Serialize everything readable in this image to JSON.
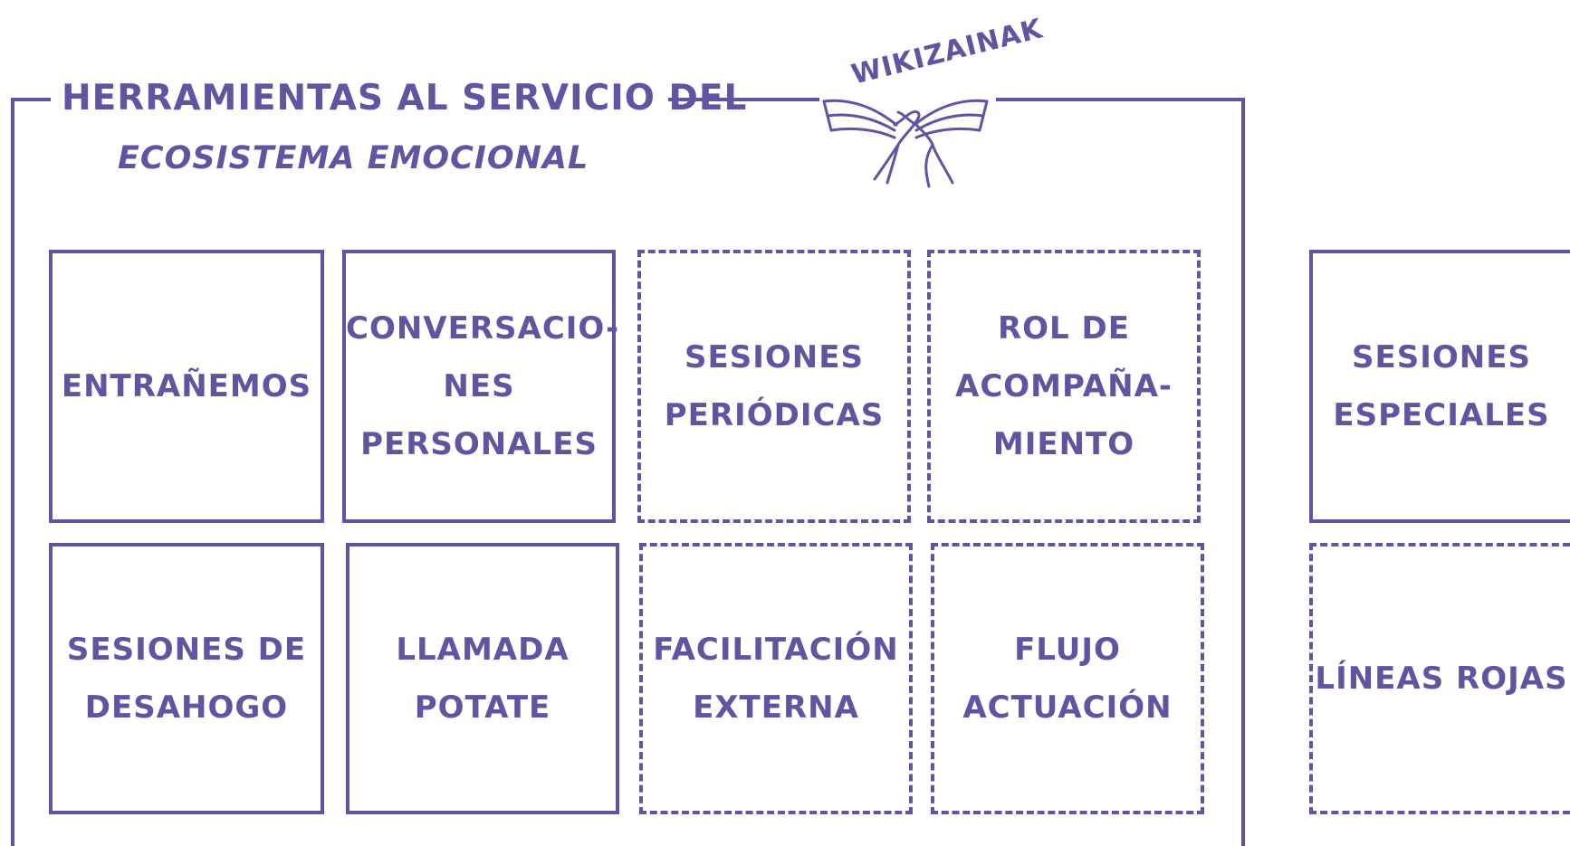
{
  "diagram": {
    "title": "HERRAMIENTAS AL SERVICIO DEL",
    "subtitle": "ECOSISTEMA EMOCIONAL",
    "logo_text": "WIKIZAINAK",
    "colors": {
      "ink": "#5f55a0"
    },
    "boxes": [
      {
        "label": "ENTRAÑEMOS",
        "style": "solid"
      },
      {
        "label": "CONVERSACIO-\nNES\nPERSONALES",
        "style": "solid"
      },
      {
        "label": "SESIONES\nPERIÓDICAS",
        "style": "dashed"
      },
      {
        "label": "ROL DE\nACOMPAÑA-\nMIENTO",
        "style": "dashed"
      },
      {
        "label": "SESIONES DE\nDESAHOGO",
        "style": "solid"
      },
      {
        "label": "LLAMADA\nPOTATE",
        "style": "solid"
      },
      {
        "label": "FACILITACIÓN\nEXTERNA",
        "style": "dashed"
      },
      {
        "label": "FLUJO\nACTUACIÓN",
        "style": "dashed"
      }
    ],
    "side_boxes": [
      {
        "label": "SESIONES\nESPECIALES",
        "style": "solid"
      },
      {
        "label": "LÍNEAS ROJAS",
        "style": "dashed"
      }
    ]
  }
}
